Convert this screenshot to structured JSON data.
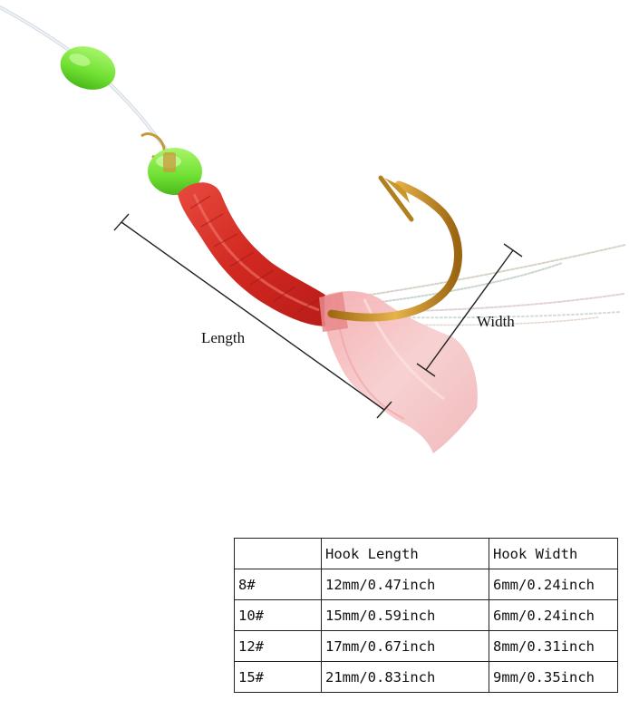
{
  "image": {
    "subject": "fishing-hook-lure",
    "colors": {
      "background": "#ffffff",
      "line": "#d8dde2",
      "bead": "#7ee83e",
      "body": "#d42a24",
      "skirt": "#f3c2c2",
      "hook": "#c8962a",
      "dimension_line": "#222222"
    }
  },
  "labels": {
    "length": "Length",
    "width": "Width"
  },
  "size_table": {
    "headers": [
      "",
      "Hook Length",
      "Hook Width"
    ],
    "rows": [
      {
        "size": "8#",
        "length": "12mm/0.47inch",
        "width": "6mm/0.24inch"
      },
      {
        "size": "10#",
        "length": "15mm/0.59inch",
        "width": "6mm/0.24inch"
      },
      {
        "size": "12#",
        "length": "17mm/0.67inch",
        "width": "8mm/0.31inch"
      },
      {
        "size": "15#",
        "length": "21mm/0.83inch",
        "width": "9mm/0.35inch"
      }
    ]
  }
}
